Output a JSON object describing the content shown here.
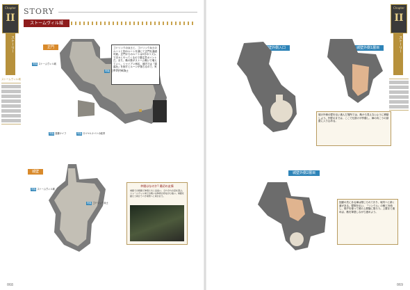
{
  "header": {
    "story_label": "STORY",
    "section_title": "ストームヴィル城"
  },
  "side_left": {
    "chapter_small": "Chapter",
    "chapter_roman": "II",
    "banner": "ストーリー",
    "items": [
      "ストームヴィル城",
      "",
      "",
      "",
      "",
      "",
      "",
      "",
      "",
      "",
      "",
      "",
      "",
      "",
      "",
      "",
      "",
      "",
      "",
      "",
      "",
      ""
    ]
  },
  "side_right": {
    "chapter_small": "Chapter",
    "chapter_roman": "II",
    "banner": "ストーリー"
  },
  "maps": {
    "main_gate": {
      "title": "正門",
      "callout": "ゴドリックの兵士と、ゴドリック兵士のルートと別のルートを通じて正門を通過可能。正門からのルートは5分のリズムで次々とやってくるので要注意ポイントだ。また、敵の数がストーム戦いで増えていく。シャイアン地区、城内では「重装兵」を倒すとルーンが落ちるので、気を付けよう。",
      "label_castle_gate": "ストームヴィル城",
      "label_grace": "祝福",
      "label_bottom_1": "投擲ナイフ",
      "label_bottom_2": "ロイヤルナイトの紋章",
      "label_right_1": "ゴドリックの兵士"
    },
    "rampart": {
      "title": "城壁",
      "label_1": "ストームヴィル城",
      "label_2": "ゴドリック兵士"
    },
    "left_tower": {
      "title": "城壁外側入口"
    },
    "right_tower": {
      "title": "城壁外側1層目",
      "callout": "城の外側の壁を伝い進んだ場所では、敵から見えないように移動しよう。外壁のまでは、ここで仕掛けが作動し、扉の向こうの部屋に入り込める。"
    },
    "lower_tower": {
      "title": "城壁外側2層目",
      "callout": "回廊の先にある扉は閉じられており、城内へと続く道がある。壁際を伝い、「リンクル」の敵と対峙し、梯子を使って城の上層階に登ろう。上層まで進めば、敵を撃退しながら進めよう。"
    }
  },
  "story_box": {
    "header": "仲間はなのか? 最初の友情",
    "text": "城壁での戦闘で仲間たちと出会い、それぞれの道を選ぶ。ストームヴィル城での戦いは仲間の存在が心強い。城壁を越えて向かうべき場所へと向かおう。"
  },
  "pages": {
    "left": "068",
    "right": "069"
  }
}
